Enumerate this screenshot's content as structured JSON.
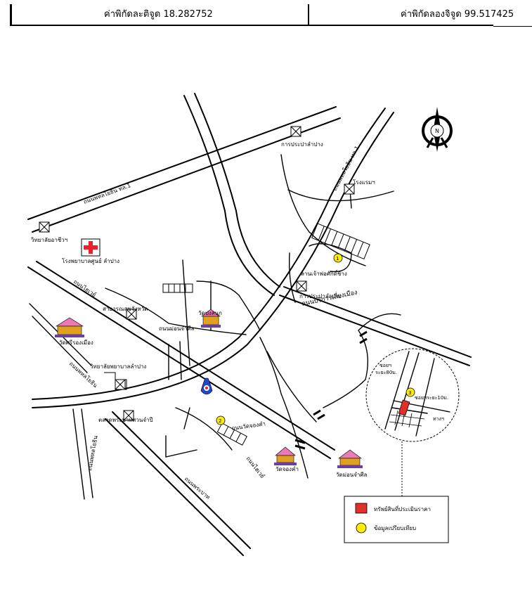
{
  "header": {
    "latitude_text": "ค่าพิกัดละติจูด 18.282752",
    "longitude_text": "ค่าพิกัดลองจิจูด 99.517425"
  },
  "compass": {
    "letter": "N"
  },
  "colors": {
    "property": "#e0302a",
    "data_point": "#ffee00",
    "hospital_cross": "#e8212a",
    "temple_roof": "#e87ab8",
    "temple_gold": "#e0a020",
    "police_blue": "#2346c8"
  },
  "roads": {
    "top_diagonal": "ถนนพหลโยธิน ทล.1",
    "top_right_vertical": "ถนนพหลโยธิน ทล.1",
    "main_diagonal": "ถนนบริการเลี่ยงเมือง",
    "mon_chamsin": "ถนนม่อนจำศีล",
    "left_a": "ถนนไฮเวย์",
    "left_b": "ถนนพหลโยธิน",
    "left_c": "ถนนพหลโยธิน",
    "wat_chong": "ถนนวัดจองคำ",
    "bottom": "ถนนพระบาท",
    "short": "ถนนไฮเวย์"
  },
  "places": {
    "gas_authority_top": "การประปาลำปาง",
    "hotel": "โรงแรมฯ",
    "shrine_plaza": "ลานเจ้าพ่อศักดิ์ช้าง",
    "gas_authority_mid": "การประปาลำปาง",
    "college_left": "วิทยาลัยอาชีวฯ",
    "hospital": "โรงพยาบาลศูนย์ ลำปาง",
    "health_office": "สาธารณสุขจังหวัด",
    "wat_centre": "วัดปงสนุก",
    "wat_left": "วัดศรีรองเมือง",
    "nursing_college": "วิทยาลัยพยาบาลลำปาง",
    "market": "ตลาดพระบาทสวนจำปี",
    "wat_chong_kham": "วัดจองคำ",
    "wat_mon_chamsin": "วัดม่อนจำศีล"
  },
  "inset": {
    "soi_top": "ซอยฯ",
    "soi_top_sub": "ระยะ80ม.",
    "soi_right": "ซอยฯระยะ10ม.",
    "road_right": "ทางฯ"
  },
  "markers": [
    "1",
    "2",
    "3"
  ],
  "legend": {
    "property_label": "ทรัพย์สินที่ประเมินราคา",
    "data_label": "ข้อมูลเปรียบเทียบ"
  }
}
